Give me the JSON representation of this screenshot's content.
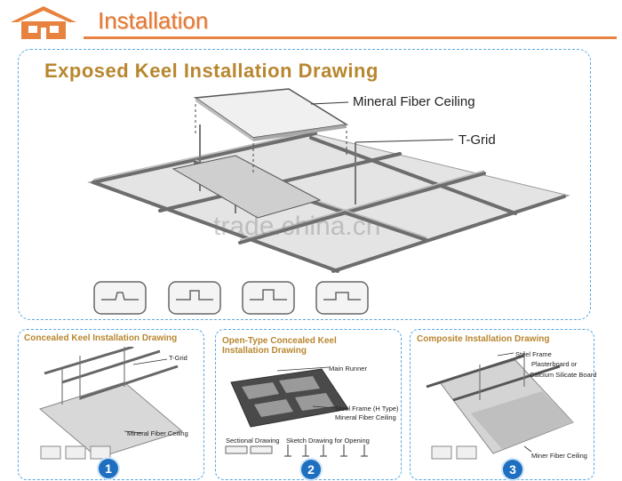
{
  "header": {
    "title": "Installation"
  },
  "main": {
    "title": "Exposed Keel Installation Drawing",
    "labels": {
      "ceiling": "Mineral Fiber Ceiling",
      "tgrid": "T-Grid"
    },
    "watermark": "trade.china.cn"
  },
  "panels": [
    {
      "title": "Concealed Keel Installation Drawing",
      "labels": {
        "tgrid": "T-Grid",
        "ceiling": "Mineral Fiber Ceiling"
      },
      "badge": "1"
    },
    {
      "title_line1": "Open-Type Concealed Keel",
      "title_line2": "Installation Drawing",
      "labels": {
        "runner": "Main Runner",
        "steel_line1": "Steel Frame (H Type)",
        "steel_line2": "Mineral Fiber Ceiling",
        "sectional": "Sectional Drawing",
        "sketch": "Sketch Drawing for Opening"
      },
      "badge": "2"
    },
    {
      "title": "Composite Installation Drawing",
      "labels": {
        "frame_line1": "Steel Frame",
        "frame_line2": "Plasterboard or",
        "frame_line3": "Calcium Silicate Board",
        "ceiling": "Miner Fiber Ceiling"
      },
      "badge": "3"
    }
  ],
  "colors": {
    "accent": "#e8833f",
    "title_gold": "#b8862f",
    "dash_blue": "#5aa8e0",
    "badge_blue": "#1f6fc0"
  }
}
